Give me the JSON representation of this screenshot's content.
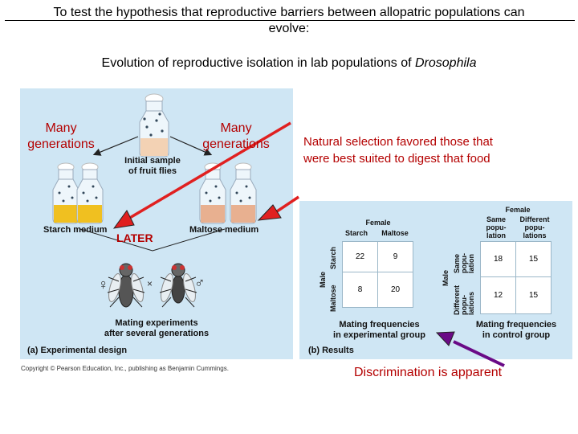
{
  "header": {
    "line1": "To test the hypothesis that reproductive barriers between allopatric populations can",
    "line2": "evolve:"
  },
  "subtitle": {
    "main": "Evolution of reproductive isolation in lab populations of ",
    "italic": "Drosophila"
  },
  "annotations": {
    "many_gen_left_1": "Many",
    "many_gen_left_2": "generations",
    "many_gen_right_1": "Many",
    "many_gen_right_2": "generations",
    "later": "LATER",
    "natural_selection_1": "Natural selection favored those that",
    "natural_selection_2": "were best suited to digest that food",
    "discrimination": "Discrimination is apparent"
  },
  "panel_a": {
    "initial_sample_1": "Initial sample",
    "initial_sample_2": "of fruit flies",
    "starch_medium": "Starch medium",
    "maltose_medium": "Maltose medium",
    "female_symbol": "♀",
    "male_symbol": "♂",
    "cross_symbol": "×",
    "mating_1": "Mating experiments",
    "mating_2": "after several generations",
    "caption": "(a) Experimental design"
  },
  "panel_b": {
    "left_table": {
      "female_label": "Female",
      "col_starch": "Starch",
      "col_maltose": "Maltose",
      "male_label": "Male",
      "row_starch": "Starch",
      "row_maltose": "Maltose",
      "values": [
        [
          "22",
          "9"
        ],
        [
          "8",
          "20"
        ]
      ],
      "caption_1": "Mating frequencies",
      "caption_2": "in experimental group"
    },
    "right_table": {
      "female_label": "Female",
      "col_same_1": "Same",
      "col_same_2": "popu-",
      "col_same_3": "lation",
      "col_diff_1": "Different",
      "col_diff_2": "popu-",
      "col_diff_3": "lations",
      "male_label": "Male",
      "row_same": "Same popu-lation",
      "row_diff": "Different popu-lations",
      "values": [
        [
          "18",
          "15"
        ],
        [
          "12",
          "15"
        ]
      ],
      "caption_1": "Mating frequencies",
      "caption_2": "in control group"
    },
    "caption": "(b) Results"
  },
  "copyright": "Copyright © Pearson Education, Inc., publishing as Benjamin Cummings.",
  "colors": {
    "panel_bg": "#cfe6f4",
    "red_text": "#b40000",
    "red_arrow": "#e02020",
    "purple_arrow": "#6a0a86",
    "starch_fill": "#f0c020",
    "maltose_fill": "#e8b090",
    "initial_fill": "#f3d2b4"
  }
}
